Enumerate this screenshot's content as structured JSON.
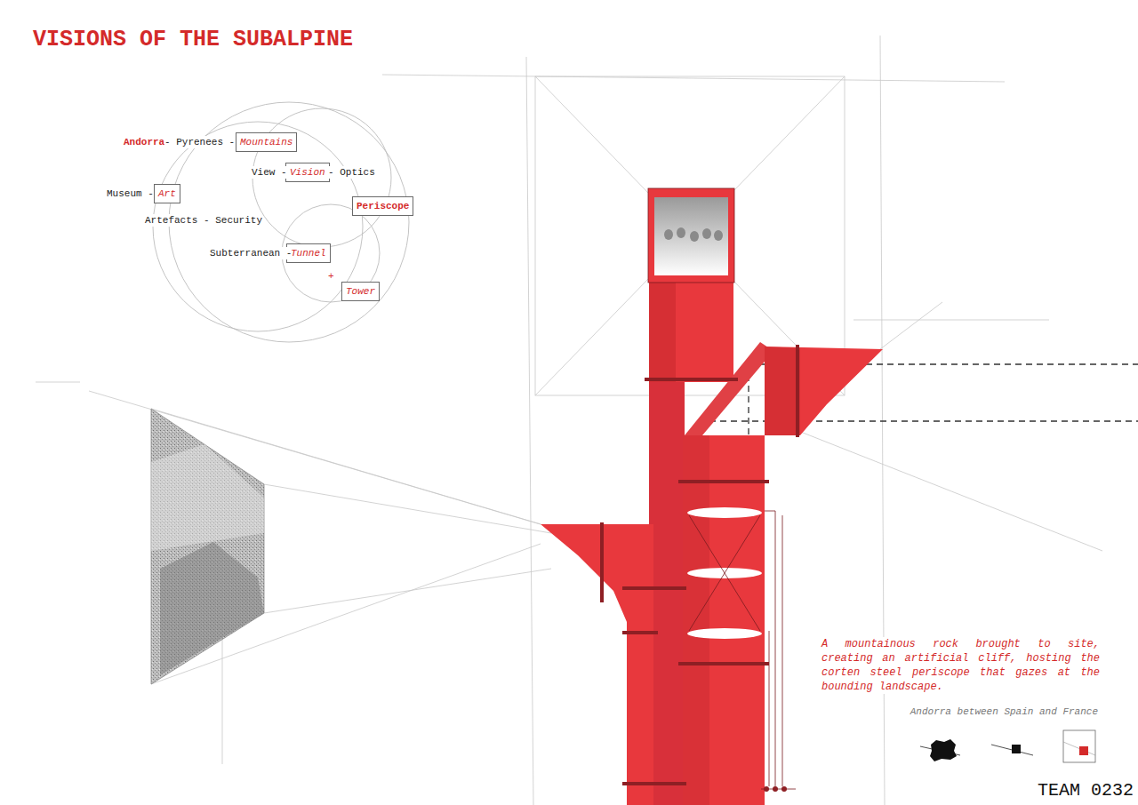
{
  "diagram": {
    "title": "VISIONS OF THE SUBALPINE",
    "caption": "A mountainous rock brought to site, creating an artificial cliff, hosting the corten steel periscope that gazes at the bounding landscape.",
    "nodes": [
      {
        "text": [
          "Mountains"
        ]
      },
      {
        "text": [
          "Vision"
        ]
      },
      {
        "text": [
          "Art"
        ]
      },
      {
        "text": [
          "Periscope"
        ]
      },
      {
        "text": [
          "Tunnel"
        ]
      },
      {
        "text": [
          "Tower"
        ]
      }
    ],
    "labels": [
      "Andorra",
      "- Pyrenees -",
      "View -",
      "- Optics",
      "Museum -",
      "Artefacts - Security",
      "Subterranean -",
      "+",
      "Andorra between Spain and France",
      "TEAM 0232"
    ]
  }
}
